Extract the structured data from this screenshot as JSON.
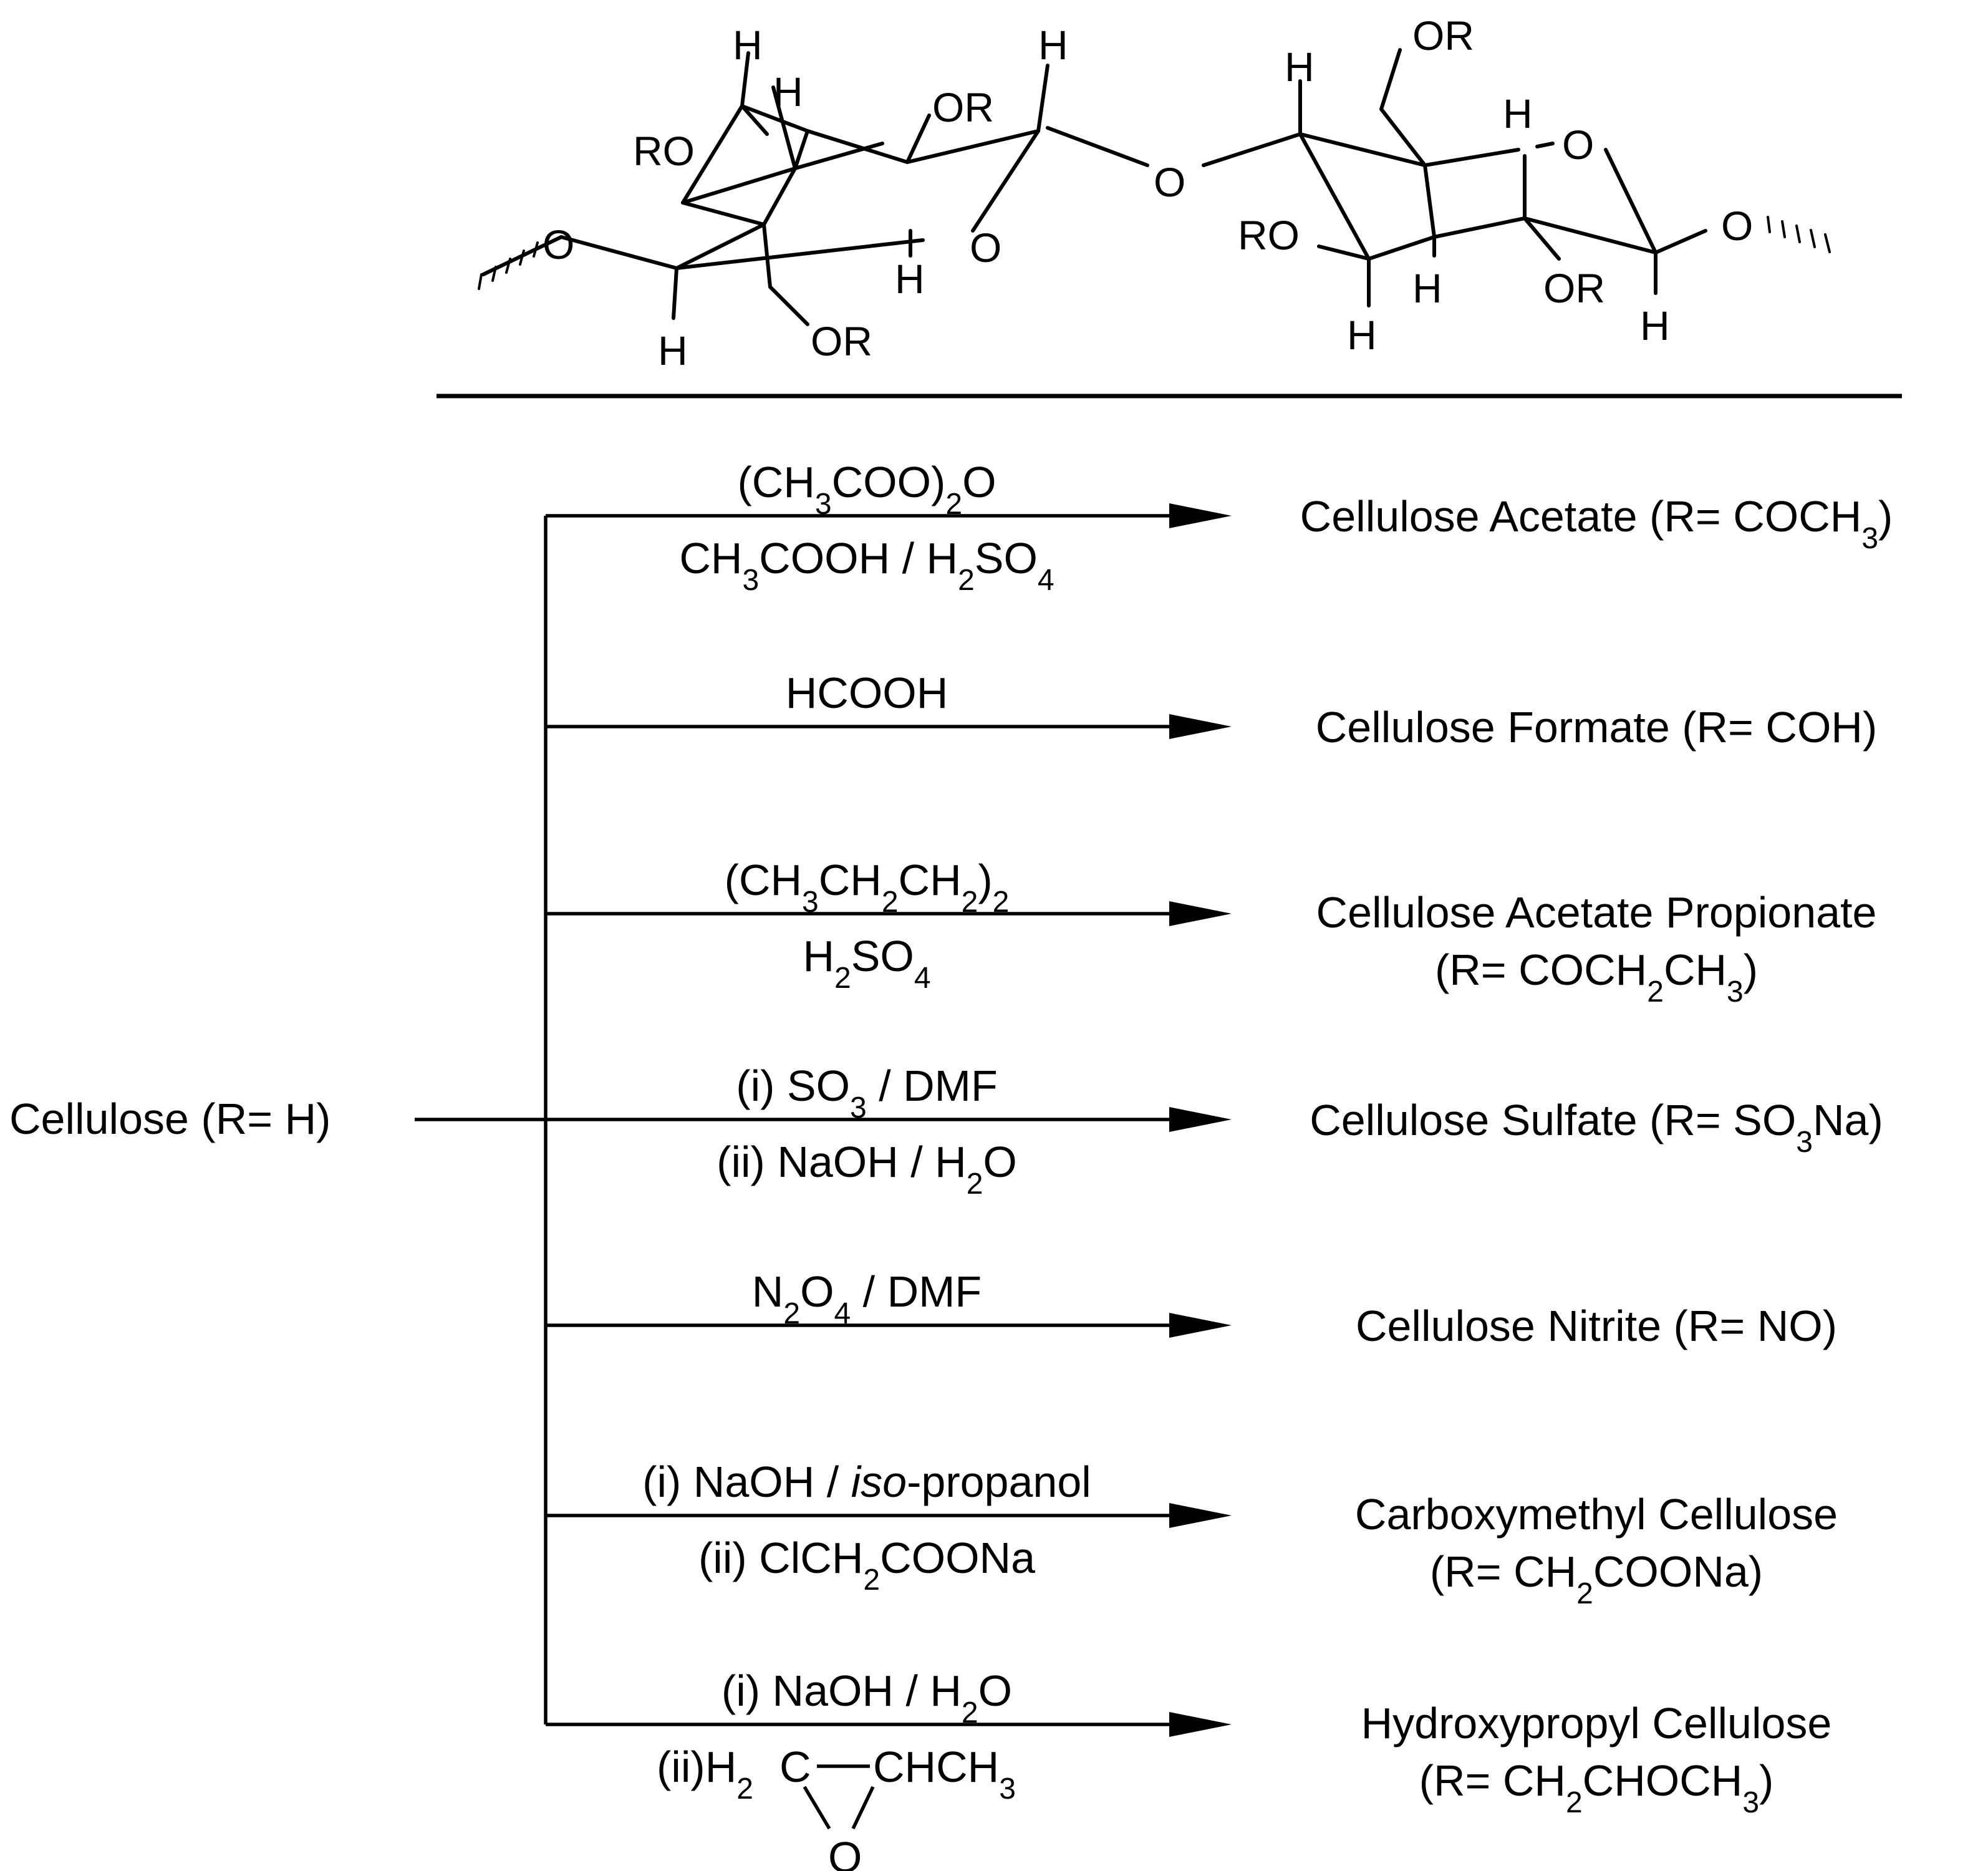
{
  "structure": {
    "labels": {
      "h_top_a": "H",
      "h_top_b": "H",
      "ro_left": "RO",
      "or_top_a": "OR",
      "h_top_c": "H",
      "o_left_chain": "O",
      "o_ring_a": "O",
      "h_mid_a": "H",
      "h_bottom_a": "H",
      "or_ch2_a": "OR",
      "o_bridge": "O",
      "h_top_d": "H",
      "or_ch2_b": "OR",
      "h_top_e": "H",
      "o_ring_b": "O",
      "ro_right": "RO",
      "h_mid_b": "H",
      "h_bottom_b": "H",
      "or_bottom_b": "OR",
      "h_bottom_c": "H",
      "o_right_chain": "O"
    }
  },
  "start": {
    "name": "Cellulose",
    "r": "H"
  },
  "reactions": [
    {
      "above": [
        {
          "t": "(CH"
        },
        {
          "t": "3",
          "sub": true
        },
        {
          "t": "COO)"
        },
        {
          "t": "2",
          "sub": true
        },
        {
          "t": "O"
        }
      ],
      "below": [
        {
          "t": "CH"
        },
        {
          "t": "3",
          "sub": true
        },
        {
          "t": "COOH / H"
        },
        {
          "t": "2",
          "sub": true
        },
        {
          "t": "SO"
        },
        {
          "t": "4",
          "sub": true
        }
      ],
      "product": [
        [
          {
            "t": "Cellulose Acetate (R= COCH"
          },
          {
            "t": "3",
            "sub": true
          },
          {
            "t": ")"
          }
        ]
      ]
    },
    {
      "above": [
        {
          "t": "HCOOH"
        }
      ],
      "below": [],
      "product": [
        [
          {
            "t": "Cellulose Formate (R= COH)"
          }
        ]
      ]
    },
    {
      "above": [
        {
          "t": "(CH"
        },
        {
          "t": "3",
          "sub": true
        },
        {
          "t": "CH"
        },
        {
          "t": "2",
          "sub": true
        },
        {
          "t": "CH"
        },
        {
          "t": "2",
          "sub": true
        },
        {
          "t": ")"
        },
        {
          "t": "2",
          "sub": true
        }
      ],
      "below": [
        {
          "t": "H"
        },
        {
          "t": "2",
          "sub": true
        },
        {
          "t": "SO"
        },
        {
          "t": "4",
          "sub": true
        }
      ],
      "product": [
        [
          {
            "t": "Cellulose Acetate Propionate"
          }
        ],
        [
          {
            "t": "(R= COCH"
          },
          {
            "t": "2",
            "sub": true
          },
          {
            "t": "CH"
          },
          {
            "t": "3",
            "sub": true
          },
          {
            "t": ")"
          }
        ]
      ]
    },
    {
      "above": [
        {
          "t": "(i) SO"
        },
        {
          "t": "3",
          "sub": true
        },
        {
          "t": " / DMF"
        }
      ],
      "below": [
        {
          "t": "(ii) NaOH / H"
        },
        {
          "t": "2",
          "sub": true
        },
        {
          "t": "O"
        }
      ],
      "product": [
        [
          {
            "t": "Cellulose Sulfate (R= SO"
          },
          {
            "t": "3",
            "sub": true
          },
          {
            "t": "Na)"
          }
        ]
      ]
    },
    {
      "above": [
        {
          "t": "N"
        },
        {
          "t": "2",
          "sub": true
        },
        {
          "t": "O"
        },
        {
          "t": "4",
          "sub": true
        },
        {
          "t": " / DMF"
        }
      ],
      "below": [],
      "product": [
        [
          {
            "t": "Cellulose Nitrite (R= NO)"
          }
        ]
      ]
    },
    {
      "above": [
        {
          "t": "(i) NaOH / "
        },
        {
          "t": "iso",
          "it": true
        },
        {
          "t": "-propanol"
        }
      ],
      "below": [
        {
          "t": "(ii) ClCH"
        },
        {
          "t": "2",
          "sub": true
        },
        {
          "t": "COONa"
        }
      ],
      "product": [
        [
          {
            "t": "Carboxymethyl Cellulose"
          }
        ],
        [
          {
            "t": "(R= CH"
          },
          {
            "t": "2",
            "sub": true
          },
          {
            "t": "COONa)"
          }
        ]
      ]
    },
    {
      "above": [
        {
          "t": "(i) NaOH / H"
        },
        {
          "t": "2",
          "sub": true
        },
        {
          "t": "O"
        }
      ],
      "below": [],
      "epoxide": {
        "prefix": "(ii)H",
        "sub": "2",
        "left": "C",
        "right": "CHCH",
        "right_sub": "3",
        "oxygen": "O"
      },
      "product": [
        [
          {
            "t": "Hydroxypropyl Cellulose"
          }
        ],
        [
          {
            "t": "(R= CH"
          },
          {
            "t": "2",
            "sub": true
          },
          {
            "t": "CHOCH"
          },
          {
            "t": "3",
            "sub": true
          },
          {
            "t": ")"
          }
        ]
      ]
    }
  ]
}
